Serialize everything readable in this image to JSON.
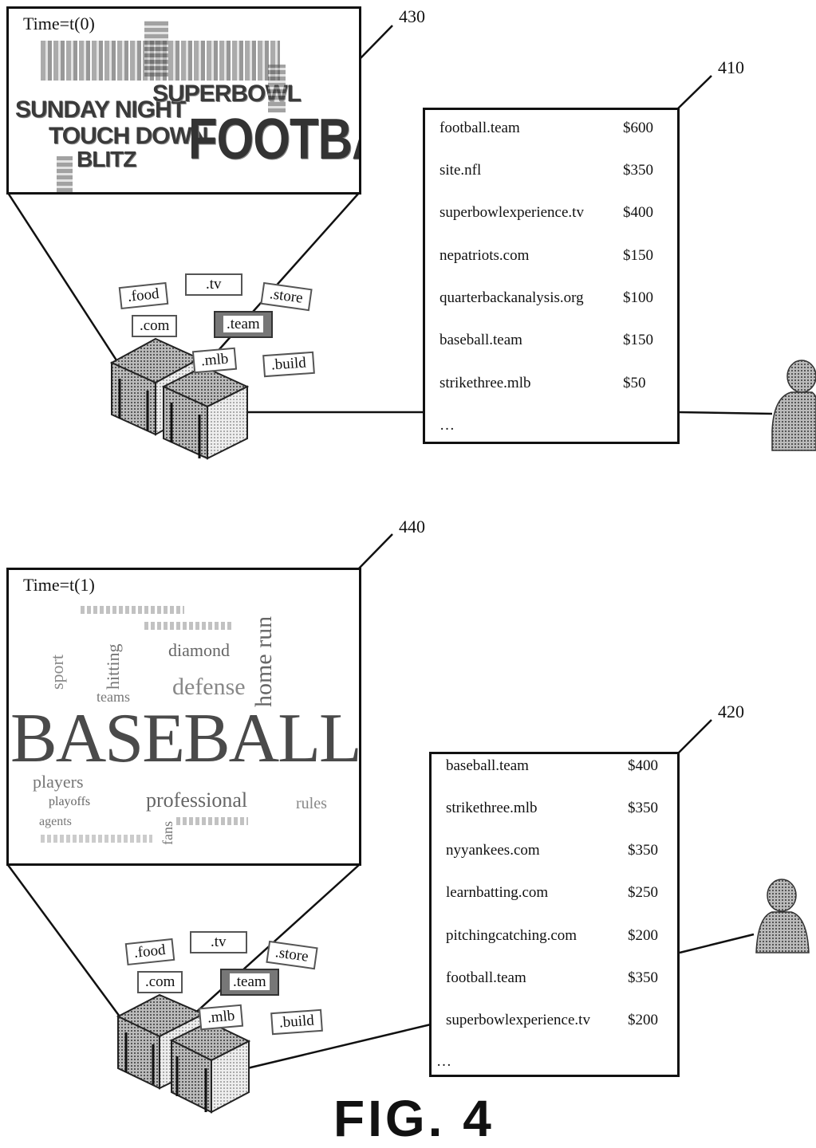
{
  "figure_label": "FIG. 4",
  "top": {
    "ref_cloud": "430",
    "ref_list": "410",
    "time_label": "Time=t(0)",
    "words": [
      "SUNDAY NIGHT",
      "SUPERBOWL",
      "TOUCH DOWN",
      "FOOTBALL",
      "BLITZ"
    ],
    "tags": [
      ".food",
      ".tv",
      ".store",
      ".com",
      ".team",
      ".mlb",
      ".build"
    ],
    "listings": [
      {
        "domain": "football.team",
        "price": "$600"
      },
      {
        "domain": "site.nfl",
        "price": "$350"
      },
      {
        "domain": "superbowlexperience.tv",
        "price": "$400"
      },
      {
        "domain": "nepatriots.com",
        "price": "$150"
      },
      {
        "domain": "quarterbackanalysis.org",
        "price": "$100"
      },
      {
        "domain": "baseball.team",
        "price": "$150"
      },
      {
        "domain": "strikethree.mlb",
        "price": "$50"
      }
    ],
    "ellipsis": "…"
  },
  "bottom": {
    "ref_cloud": "440",
    "ref_list": "420",
    "time_label": "Time=t(1)",
    "words": [
      "BASEBALL",
      "diamond",
      "defense",
      "home run",
      "hitting",
      "sport",
      "teams",
      "players",
      "playoffs",
      "agents",
      "professional",
      "rules",
      "fans"
    ],
    "tags": [
      ".food",
      ".tv",
      ".store",
      ".com",
      ".team",
      ".mlb",
      ".build"
    ],
    "listings": [
      {
        "domain": "baseball.team",
        "price": "$400"
      },
      {
        "domain": "strikethree.mlb",
        "price": "$350"
      },
      {
        "domain": "nyyankees.com",
        "price": "$350"
      },
      {
        "domain": "learnbatting.com",
        "price": "$250"
      },
      {
        "domain": "pitchingcatching.com",
        "price": "$200"
      },
      {
        "domain": "football.team",
        "price": "$350"
      },
      {
        "domain": "superbowlexperience.tv",
        "price": "$200"
      }
    ],
    "ellipsis": "…"
  }
}
